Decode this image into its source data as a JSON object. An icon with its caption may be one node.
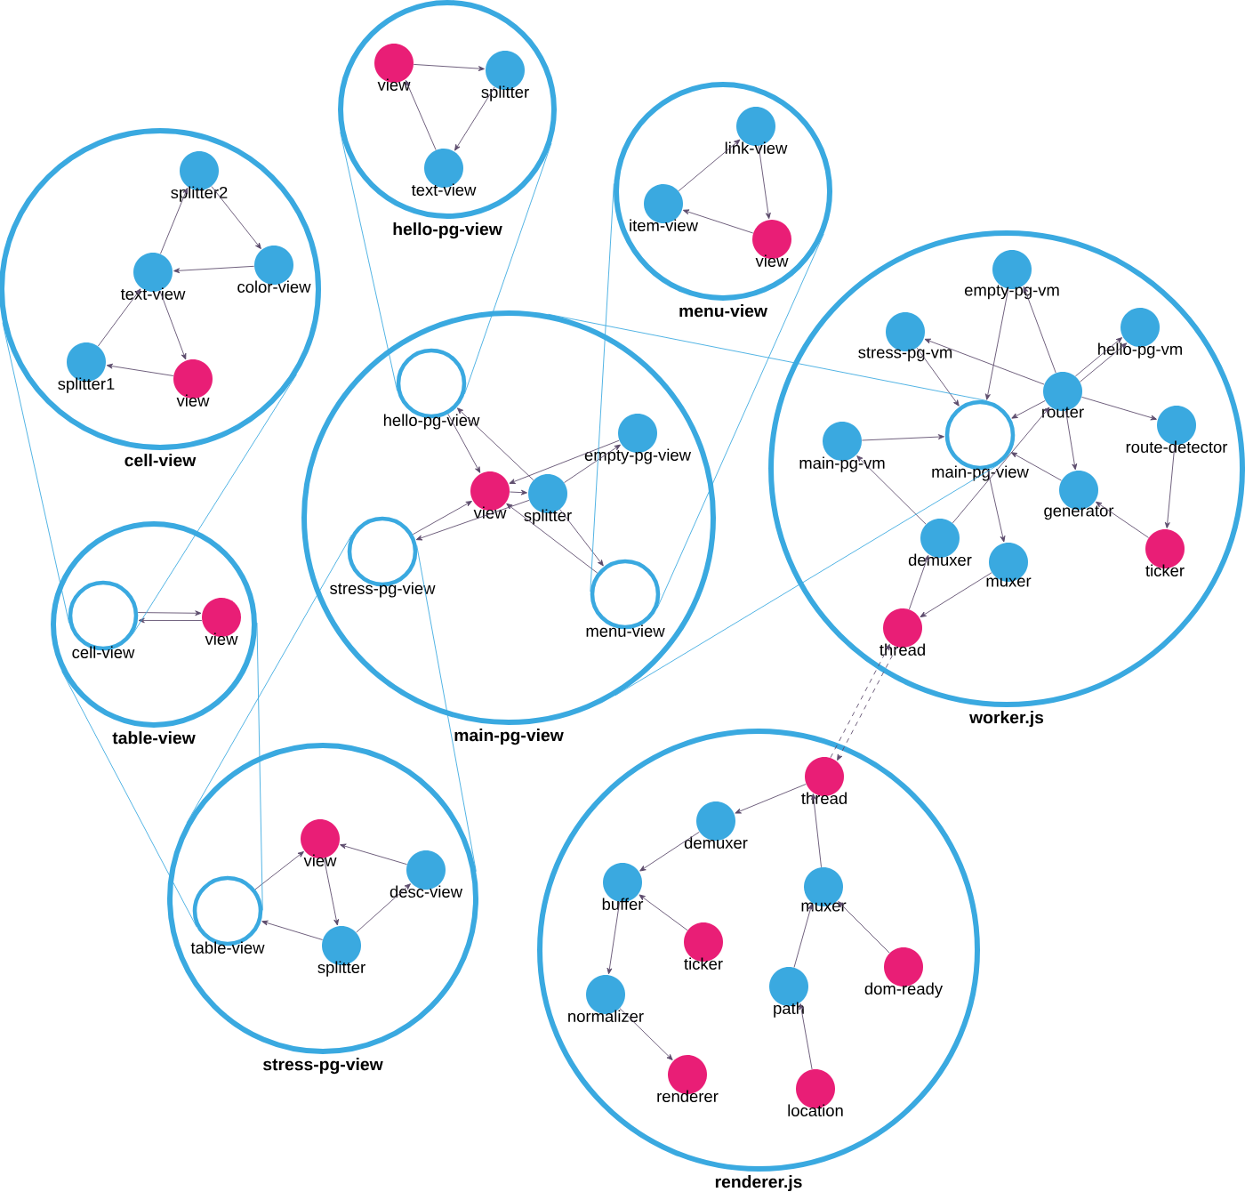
{
  "diagram": {
    "nodes": [
      {
        "text": [
          "cell-view"
        ]
      },
      {
        "text": [
          "splitter2"
        ],
        "in": 0
      },
      {
        "text": [
          "text-view"
        ],
        "in": 0
      },
      {
        "text": [
          "color-view"
        ],
        "in": 0
      },
      {
        "text": [
          "splitter1"
        ],
        "in": 0
      },
      {
        "text": [
          "view"
        ],
        "in": 0
      },
      {
        "text": [
          "hello-pg-view"
        ]
      },
      {
        "text": [
          "view"
        ],
        "in": 6
      },
      {
        "text": [
          "splitter"
        ],
        "in": 6
      },
      {
        "text": [
          "text-view"
        ],
        "in": 6
      },
      {
        "text": [
          "menu-view"
        ]
      },
      {
        "text": [
          "link-view"
        ],
        "in": 10
      },
      {
        "text": [
          "item-view"
        ],
        "in": 10
      },
      {
        "text": [
          "view"
        ],
        "in": 10
      },
      {
        "text": [
          "main-pg-view"
        ]
      },
      {
        "text": [
          "hello-pg-view"
        ],
        "in": 14
      },
      {
        "text": [
          "view"
        ],
        "in": 14
      },
      {
        "text": [
          "splitter"
        ],
        "in": 14
      },
      {
        "text": [
          "empty-pg-view"
        ],
        "in": 14
      },
      {
        "text": [
          "stress-pg-view"
        ],
        "in": 14
      },
      {
        "text": [
          "menu-view"
        ],
        "in": 14
      },
      {
        "text": [
          "worker.js"
        ]
      },
      {
        "text": [
          "empty-pg-vm"
        ],
        "in": 21
      },
      {
        "text": [
          "stress-pg-vm"
        ],
        "in": 21
      },
      {
        "text": [
          "hello-pg-vm"
        ],
        "in": 21
      },
      {
        "text": [
          "router"
        ],
        "in": 21
      },
      {
        "text": [
          "main-pg-vm"
        ],
        "in": 21
      },
      {
        "text": [
          "main-pg-view"
        ],
        "in": 21
      },
      {
        "text": [
          "route-detector"
        ],
        "in": 21
      },
      {
        "text": [
          "generator"
        ],
        "in": 21
      },
      {
        "text": [
          "demuxer"
        ],
        "in": 21
      },
      {
        "text": [
          "muxer"
        ],
        "in": 21
      },
      {
        "text": [
          "ticker"
        ],
        "in": 21
      },
      {
        "text": [
          "thread"
        ],
        "in": 21
      },
      {
        "text": [
          "table-view"
        ]
      },
      {
        "text": [
          "cell-view"
        ],
        "in": 34
      },
      {
        "text": [
          "view"
        ],
        "in": 34
      },
      {
        "text": [
          "stress-pg-view"
        ]
      },
      {
        "text": [
          "view"
        ],
        "in": 37
      },
      {
        "text": [
          "desc-view"
        ],
        "in": 37
      },
      {
        "text": [
          "table-view"
        ],
        "in": 37
      },
      {
        "text": [
          "splitter"
        ],
        "in": 37
      },
      {
        "text": [
          "renderer.js"
        ]
      },
      {
        "text": [
          "thread"
        ],
        "in": 42
      },
      {
        "text": [
          "demuxer"
        ],
        "in": 42
      },
      {
        "text": [
          "buffer"
        ],
        "in": 42
      },
      {
        "text": [
          "ticker"
        ],
        "in": 42
      },
      {
        "text": [
          "muxer"
        ],
        "in": 42
      },
      {
        "text": [
          "normalizer"
        ],
        "in": 42
      },
      {
        "text": [
          "path"
        ],
        "in": 42
      },
      {
        "text": [
          "dom-ready"
        ],
        "in": 42
      },
      {
        "text": [
          "renderer"
        ],
        "in": 42
      },
      {
        "text": [
          "location"
        ],
        "in": 42
      }
    ],
    "edges": [
      {
        "from": 2,
        "to": 1,
        "arrow": "to"
      },
      {
        "from": 1,
        "to": 3,
        "arrow": "to"
      },
      {
        "from": 3,
        "to": 2,
        "arrow": "to"
      },
      {
        "from": 2,
        "to": 5,
        "arrow": "to"
      },
      {
        "from": 5,
        "to": 4,
        "arrow": "to"
      },
      {
        "from": 4,
        "to": 2,
        "arrow": "to"
      },
      {
        "from": 7,
        "to": 8,
        "arrow": "to"
      },
      {
        "from": 8,
        "to": 9,
        "arrow": "to"
      },
      {
        "from": 9,
        "to": 7,
        "arrow": "to"
      },
      {
        "from": 12,
        "to": 11,
        "arrow": "to"
      },
      {
        "from": 11,
        "to": 13,
        "arrow": "to"
      },
      {
        "from": 13,
        "to": 12,
        "arrow": "to"
      },
      {
        "from": 15,
        "to": 16,
        "arrow": "to"
      },
      {
        "from": 17,
        "to": 15,
        "arrow": "to"
      },
      {
        "from": 16,
        "to": 17,
        "arrow": "to"
      },
      {
        "from": 17,
        "to": 18,
        "arrow": "to"
      },
      {
        "from": 18,
        "to": 16,
        "arrow": "to"
      },
      {
        "from": 19,
        "to": 16,
        "arrow": "to"
      },
      {
        "from": 17,
        "to": 19,
        "arrow": "to"
      },
      {
        "from": 17,
        "to": 20,
        "arrow": "to"
      },
      {
        "from": 20,
        "to": 16,
        "arrow": "to"
      },
      {
        "from": 22,
        "to": 27,
        "arrow": "to"
      },
      {
        "from": 25,
        "to": 22,
        "arrow": "to"
      },
      {
        "from": 25,
        "to": 23,
        "arrow": "to"
      },
      {
        "from": 23,
        "to": 27,
        "arrow": "to"
      },
      {
        "from": 25,
        "to": 24,
        "arrow": "to"
      },
      {
        "from": 25,
        "to": 24,
        "arrow": "to"
      },
      {
        "from": 25,
        "to": 27,
        "arrow": "to"
      },
      {
        "from": 25,
        "to": 28,
        "arrow": "to"
      },
      {
        "from": 25,
        "to": 29,
        "arrow": "to"
      },
      {
        "from": 26,
        "to": 27,
        "arrow": "to"
      },
      {
        "from": 29,
        "to": 27,
        "arrow": "to"
      },
      {
        "from": 30,
        "to": 26,
        "arrow": "to"
      },
      {
        "from": 30,
        "to": 25,
        "arrow": "to"
      },
      {
        "from": 27,
        "to": 31,
        "arrow": "to"
      },
      {
        "from": 28,
        "to": 32,
        "arrow": "to"
      },
      {
        "from": 32,
        "to": 29,
        "arrow": "to"
      },
      {
        "from": 33,
        "to": 30,
        "arrow": "to"
      },
      {
        "from": 31,
        "to": 33,
        "arrow": "to"
      },
      {
        "from": 35,
        "to": 36,
        "arrow": "to"
      },
      {
        "from": 36,
        "to": 35,
        "arrow": "to"
      },
      {
        "from": 40,
        "to": 38,
        "arrow": "to"
      },
      {
        "from": 39,
        "to": 38,
        "arrow": "to"
      },
      {
        "from": 38,
        "to": 41,
        "arrow": "to"
      },
      {
        "from": 41,
        "to": 39,
        "arrow": "to"
      },
      {
        "from": 41,
        "to": 40,
        "arrow": "to"
      },
      {
        "from": 43,
        "to": 44,
        "arrow": "to"
      },
      {
        "from": 44,
        "to": 45,
        "arrow": "to"
      },
      {
        "from": 46,
        "to": 45,
        "arrow": "to"
      },
      {
        "from": 45,
        "to": 48,
        "arrow": "to"
      },
      {
        "from": 48,
        "to": 51,
        "arrow": "to"
      },
      {
        "from": 47,
        "to": 43,
        "arrow": "to"
      },
      {
        "from": 49,
        "to": 47,
        "arrow": "to"
      },
      {
        "from": 50,
        "to": 47,
        "arrow": "to"
      },
      {
        "from": 52,
        "to": 49,
        "arrow": "to"
      },
      {
        "from": 33,
        "to": 43,
        "arrow": "to",
        "style": "dashed"
      },
      {
        "from": 43,
        "to": 33,
        "arrow": "to",
        "style": "dashed"
      },
      {
        "from": 35,
        "to": 0,
        "arrow": "none",
        "color": "#3aa9e0"
      },
      {
        "from": 35,
        "to": 0,
        "arrow": "none",
        "color": "#3aa9e0"
      },
      {
        "from": 15,
        "to": 6,
        "arrow": "none",
        "color": "#3aa9e0"
      },
      {
        "from": 15,
        "to": 6,
        "arrow": "none",
        "color": "#3aa9e0"
      },
      {
        "from": 20,
        "to": 10,
        "arrow": "none",
        "color": "#3aa9e0"
      },
      {
        "from": 20,
        "to": 10,
        "arrow": "none",
        "color": "#3aa9e0"
      },
      {
        "from": 19,
        "to": 37,
        "arrow": "none",
        "color": "#3aa9e0"
      },
      {
        "from": 19,
        "to": 37,
        "arrow": "none",
        "color": "#3aa9e0"
      },
      {
        "from": 40,
        "to": 34,
        "arrow": "none",
        "color": "#3aa9e0"
      },
      {
        "from": 40,
        "to": 34,
        "arrow": "none",
        "color": "#3aa9e0"
      },
      {
        "from": 27,
        "to": 14,
        "arrow": "none",
        "color": "#3aa9e0"
      },
      {
        "from": 27,
        "to": 14,
        "arrow": "none",
        "color": "#3aa9e0"
      }
    ]
  }
}
